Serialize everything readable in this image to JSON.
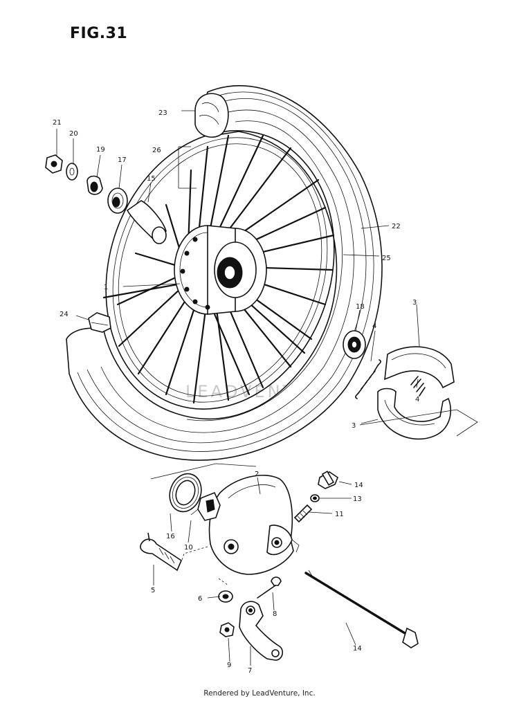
{
  "figure": {
    "title": "FIG.31",
    "footer": "Rendered by LeadVenture, Inc.",
    "watermark": "LEADVENTURE"
  },
  "callouts": [
    {
      "id": "c21",
      "label": "21",
      "part": "nut"
    },
    {
      "id": "c20",
      "label": "20",
      "part": "washer"
    },
    {
      "id": "c19",
      "label": "19",
      "part": "dust-seal"
    },
    {
      "id": "c17",
      "label": "17",
      "part": "bearing"
    },
    {
      "id": "c15",
      "label": "15",
      "part": "spacer"
    },
    {
      "id": "c23",
      "label": "23",
      "part": "tire-tube"
    },
    {
      "id": "c26",
      "label": "26",
      "part": "spoke-set"
    },
    {
      "id": "c22",
      "label": "22",
      "part": "tire"
    },
    {
      "id": "c25",
      "label": "25",
      "part": "rim"
    },
    {
      "id": "c1",
      "label": "1",
      "part": "hub"
    },
    {
      "id": "c24",
      "label": "24",
      "part": "rim-band"
    },
    {
      "id": "c18",
      "label": "18",
      "part": "bearing"
    },
    {
      "id": "c4a",
      "label": "4",
      "part": "spring"
    },
    {
      "id": "c3a",
      "label": "3",
      "part": "brake-shoe"
    },
    {
      "id": "c4b",
      "label": "4",
      "part": "spring"
    },
    {
      "id": "c3b",
      "label": "3",
      "part": "brake-shoe"
    },
    {
      "id": "c2",
      "label": "2",
      "part": "brake-panel"
    },
    {
      "id": "c14a",
      "label": "14",
      "part": "cable-adjuster"
    },
    {
      "id": "c13",
      "label": "13",
      "part": "washer"
    },
    {
      "id": "c11",
      "label": "11",
      "part": "screw"
    },
    {
      "id": "c16",
      "label": "16",
      "part": "oil-seal"
    },
    {
      "id": "c10",
      "label": "10",
      "part": "speedometer-gear"
    },
    {
      "id": "c5",
      "label": "5",
      "part": "brake-cam"
    },
    {
      "id": "c6a",
      "label": "6",
      "part": "washer"
    },
    {
      "id": "c8",
      "label": "8",
      "part": "bolt"
    },
    {
      "id": "c14b",
      "label": "14",
      "part": "axle"
    },
    {
      "id": "c9",
      "label": "9",
      "part": "nut"
    },
    {
      "id": "c7",
      "label": "7",
      "part": "brake-cam-lever"
    }
  ]
}
